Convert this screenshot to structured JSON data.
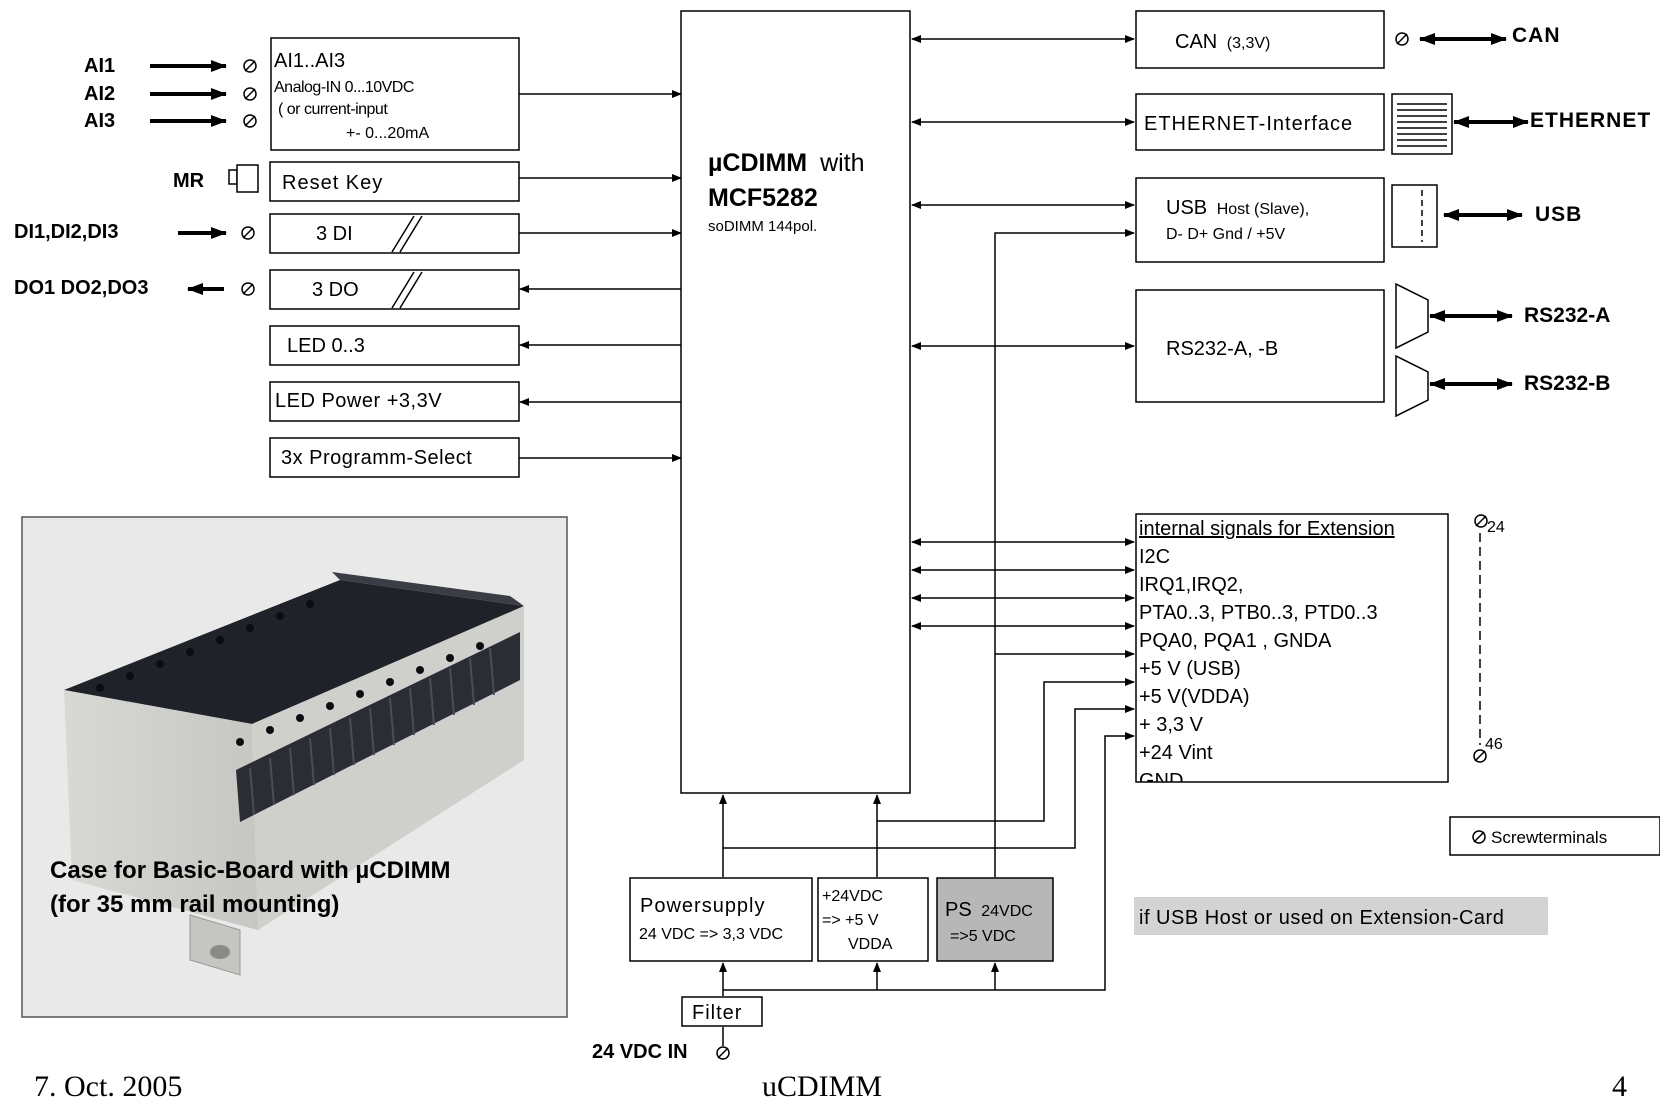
{
  "inputs": {
    "ai1": "AI1",
    "ai2": "AI2",
    "ai3": "AI3",
    "mr": "MR",
    "di": "DI1,DI2,DI3",
    "do": "DO1 DO2,DO3"
  },
  "left_blocks": {
    "ai_title": "AI1..AI3",
    "ai_line1": "Analog-IN 0...10VDC",
    "ai_line2": "( or current-input",
    "ai_line3": "+- 0...20mA",
    "reset": "Reset Key",
    "di": "3 DI",
    "do": "3 DO",
    "led": "LED 0..3",
    "led_power": "LED Power +3,3V",
    "prog_select": "3x Programm-Select"
  },
  "cpu": {
    "name": "µCDIMM",
    "with": "with",
    "chip": "MCF5282",
    "socket": "soDIMM 144pol."
  },
  "right_blocks": {
    "can_main": "CAN",
    "can_sub": "(3,3V)",
    "ethernet": "ETHERNET-Interface",
    "usb_line1a": "USB",
    "usb_line1b": "Host (Slave),",
    "usb_line2": "D-  D+   Gnd / +5V",
    "rs232": "RS232-A,  -B"
  },
  "outputs": {
    "can": "CAN",
    "ethernet": "ETHERNET",
    "usb": "USB",
    "rs232a": "RS232-A",
    "rs232b": "RS232-B"
  },
  "extension": {
    "title": "internal signals for Extension",
    "signals": [
      "I2C",
      "IRQ1,IRQ2,",
      "PTA0..3, PTB0..3, PTD0..3",
      "PQA0, PQA1 , GNDA",
      "+5 V (USB)",
      "+5 V(VDDA)",
      "+ 3,3 V",
      "+24 Vint",
      "GND"
    ],
    "pin_start": "24",
    "pin_end": "46"
  },
  "power": {
    "ps1_line1": "Powersupply",
    "ps1_line2": "24 VDC => 3,3 VDC",
    "ps2_line1": "+24VDC",
    "ps2_line2": "=> +5 V",
    "ps2_line3": "VDDA",
    "ps3_line1a": "PS",
    "ps3_line1b": "24VDC",
    "ps3_line2": "=>5 VDC",
    "filter": "Filter",
    "input": "24 VDC IN"
  },
  "legend": {
    "screwterminals": "Screwterminals",
    "usb_note": "if USB Host or used on Extension-Card"
  },
  "photo_caption": {
    "line1": "Case for Basic-Board with µCDIMM",
    "line2": "(for 35 mm rail mounting)"
  },
  "footer": {
    "date": "7. Oct. 2005",
    "title": "uCDIMM",
    "page": "4"
  },
  "colors": {
    "line": "#000000",
    "ps_gray": "#b7b7b7",
    "note_gray": "#d3d3d3",
    "photo_bg": "#e9e9e9",
    "case_dark": "#1f2229"
  }
}
